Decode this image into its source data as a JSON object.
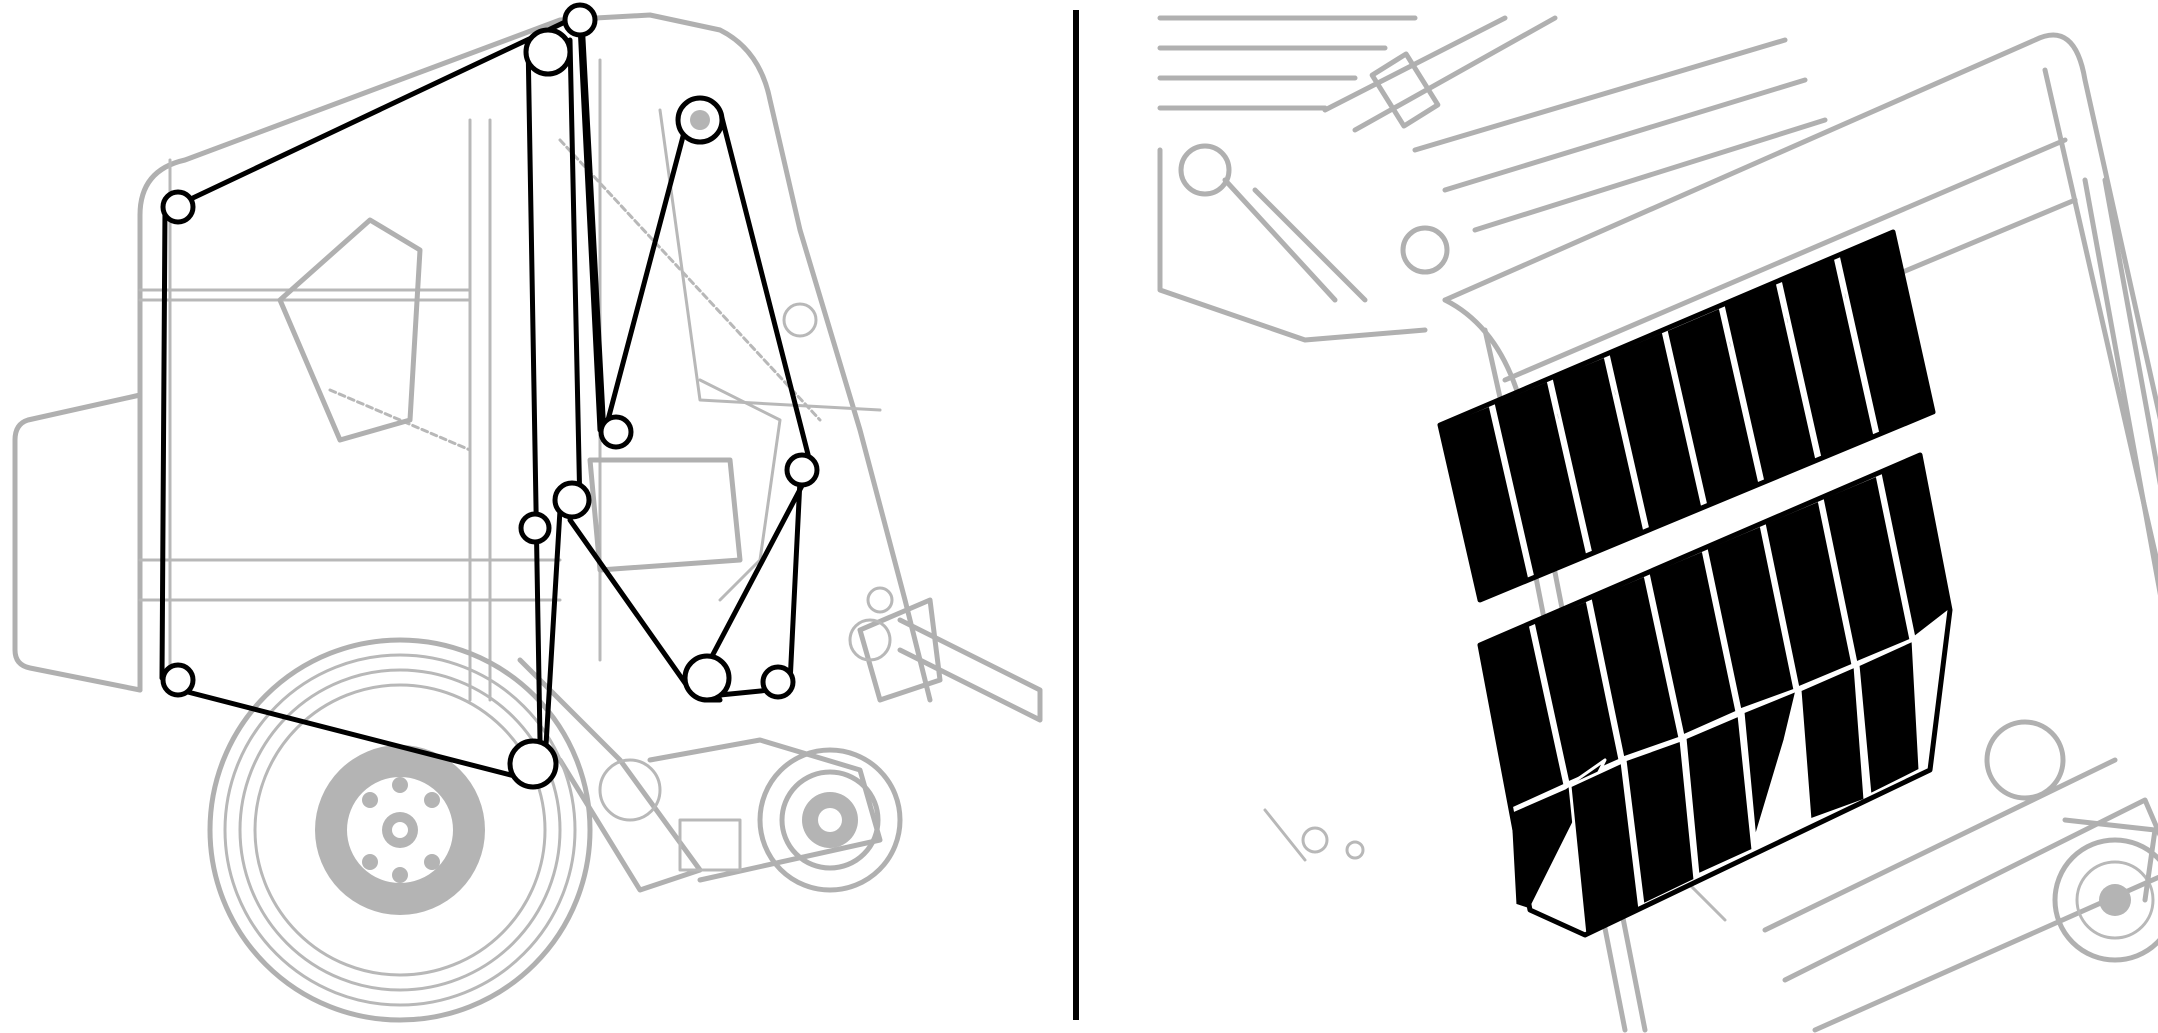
{
  "figure": {
    "panels": [
      {
        "id": "left",
        "subject": "round-baler-side-view-belt-routing"
      },
      {
        "id": "right",
        "subject": "baler-tailgate-panel-blocks"
      }
    ],
    "colors": {
      "outline": "#b0b0b0",
      "highlight": "#000000",
      "background": "#ffffff",
      "divider": "#000000"
    }
  }
}
